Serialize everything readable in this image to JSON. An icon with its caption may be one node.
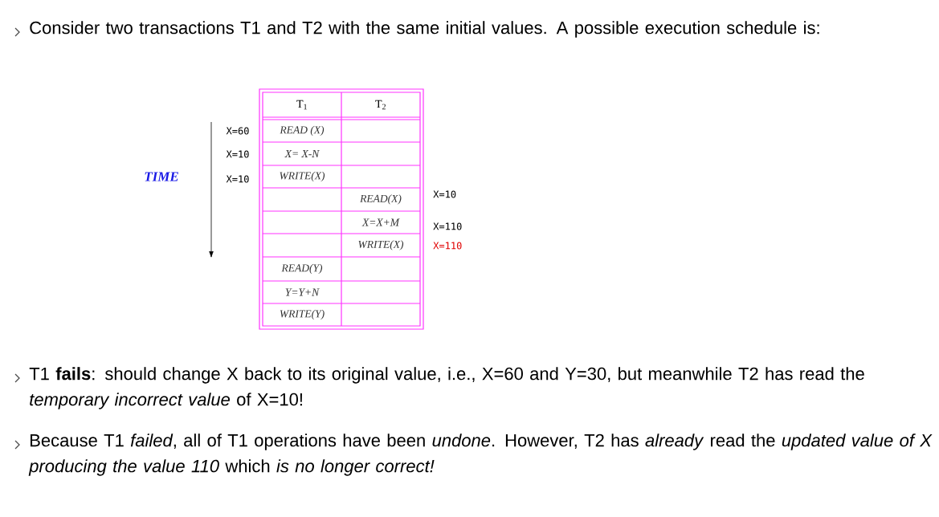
{
  "diagram": {
    "labels": [
      "Consider two transactions T1 and T2 with the same initial values. A possible execution schedule is:",
      "T$_{1}$",
      "T$_{2}$",
      "X=60",
      "READ (X)",
      "X=10",
      "X= X-N",
      "TIME",
      "X=10",
      "WRITE(X)",
      "READ(X)",
      "X=10",
      "X=X+M",
      "X=110",
      "WRITE(X)",
      "X=110",
      "READ(Y)",
      "Y=Y+N",
      "WRITE(Y)",
      "T1 **fails**: should change X back to its original value, i.e., X=60 and Y=30, but meanwhile T2 has read the *temporary incorrect value* of X=10!",
      "Because T1 *failed*, all of T1 operations have been *undone*. However, T2 has *already* read the *updated value of X producing the value 110* which *is no longer correct!*"
    ]
  }
}
